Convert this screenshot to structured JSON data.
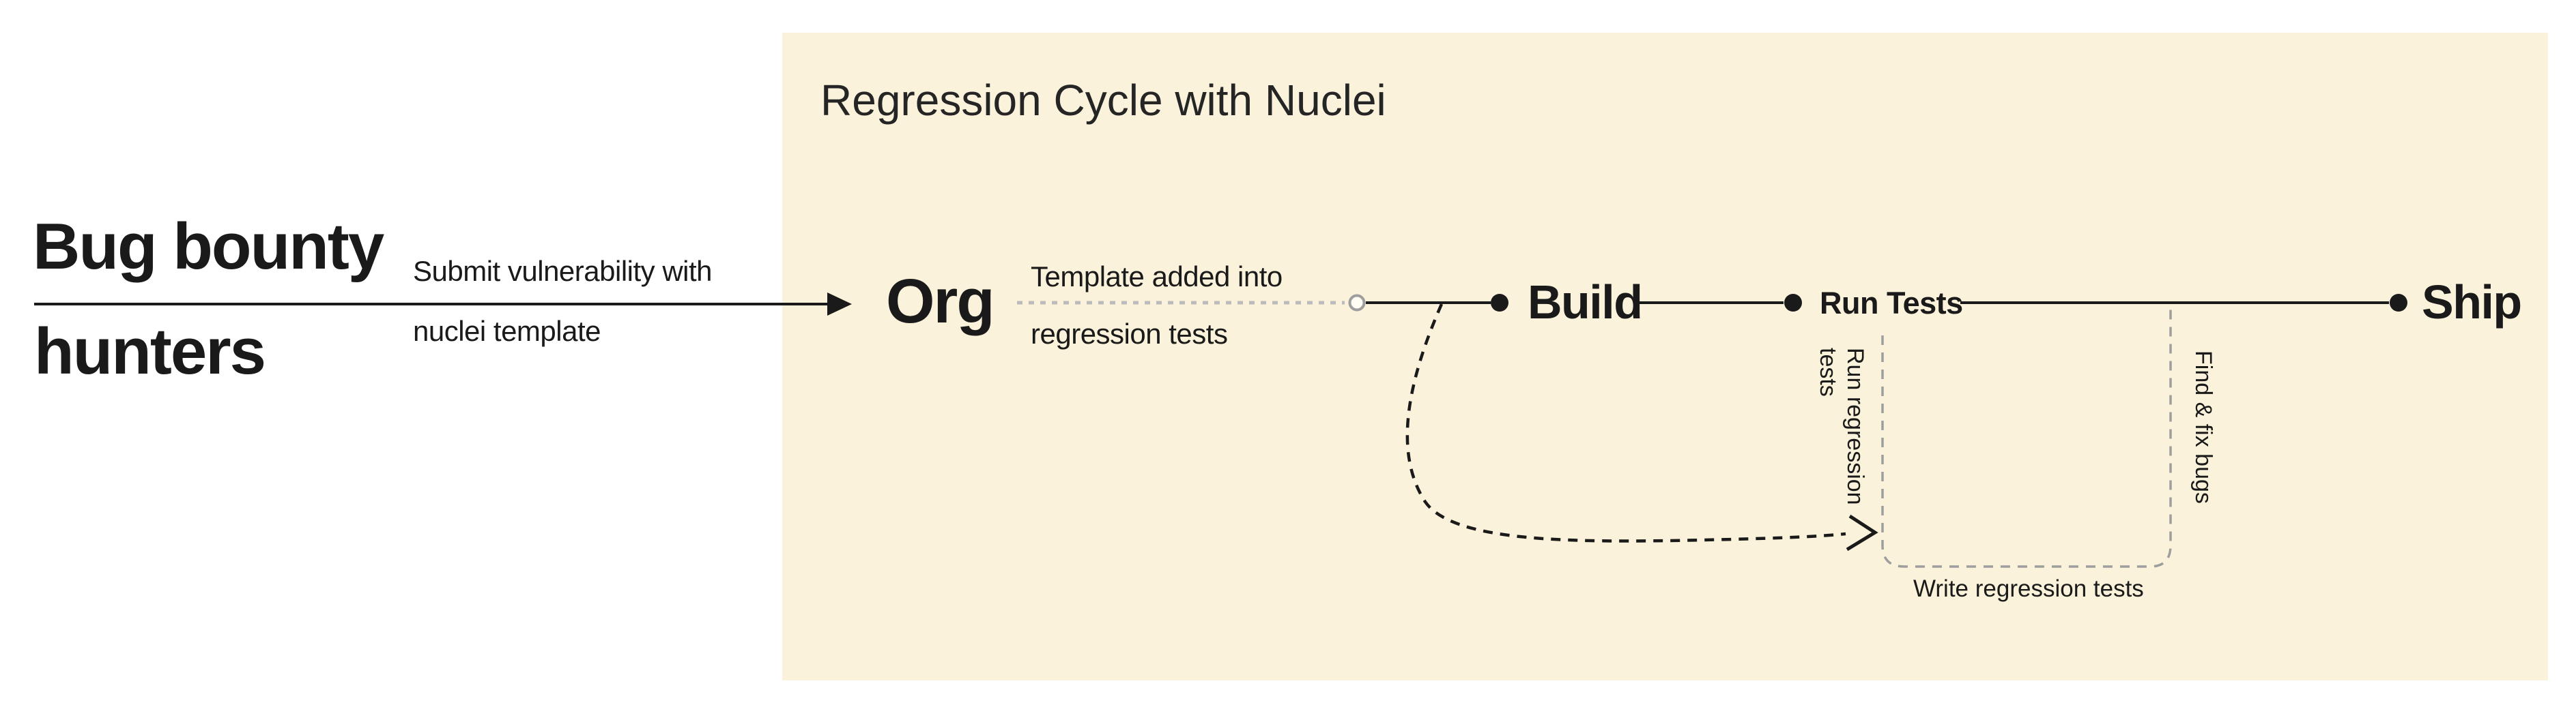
{
  "panel": {
    "title": "Regression Cycle with Nuclei",
    "bg_color": "#faf2da"
  },
  "actor": {
    "line1": "Bug bounty",
    "line2": "hunters"
  },
  "submit_arrow": {
    "label_line1": "Submit vulnerability with",
    "label_line2": "nuclei template"
  },
  "flow": {
    "org": "Org",
    "template_label_line1": "Template added into",
    "template_label_line2": "regression tests",
    "build": "Build",
    "run_tests": "Run Tests",
    "ship": "Ship"
  },
  "loop": {
    "run_regression_line1": "Run regression",
    "run_regression_line2": "tests",
    "find_fix_bugs": "Find & fix bugs",
    "write_tests": "Write regression tests"
  },
  "icons": {
    "arrowhead": "filled-triangle-right",
    "start_circle": "open-circle",
    "milestone": "filled-dot",
    "feedback_arrowhead": "chevron-right"
  },
  "colors": {
    "background": "#ffffff",
    "panel": "#faf2da",
    "ink": "#1a1a1a",
    "dash_gray": "#9e9e9e",
    "dot_gray": "#bbbbbb"
  }
}
